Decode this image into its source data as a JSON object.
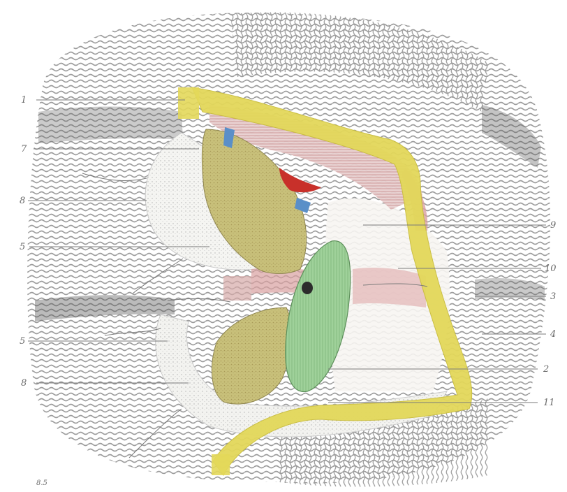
{
  "figure": {
    "labels_left": [
      "1",
      "7",
      "8",
      "5",
      "5",
      "8"
    ],
    "labels_right": [
      "9",
      "10",
      "3",
      "4",
      "2",
      "11"
    ],
    "corner_mark": "8.5",
    "colors": {
      "background": "#ffffff",
      "hatching": "#8a8a8a",
      "yellow_outline": "#e3d85a",
      "olive_region": "#c8c07a",
      "green_region": "#9fd19a",
      "pink_tissue": "#d9a0a0",
      "red_accent": "#c8302a",
      "blue_accent": "#5a8fc8",
      "leader_lines": "#7a7a7a"
    }
  }
}
